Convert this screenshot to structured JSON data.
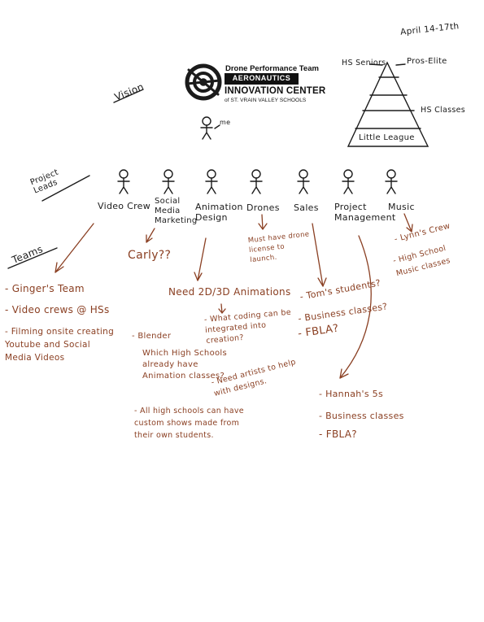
{
  "date": "April 14-17th",
  "logo": {
    "title": "Drone Performance Team",
    "band": "AERONAUTICS",
    "main": "INNOVATION CENTER",
    "sub": "of ST. VRAIN VALLEY SCHOOLS"
  },
  "vision": {
    "label": "Vision",
    "me_label": "me",
    "pyramid": {
      "top_left": "HS Seniors",
      "top_right": "Pros-Elite",
      "middle": "HS Classes",
      "base": "Little League"
    }
  },
  "project_leads": {
    "label": "Project Leads",
    "roles": [
      "Video Crew",
      "Social Media Marketing",
      "Animation Design",
      "Drones",
      "Sales",
      "Project Management",
      "Music"
    ]
  },
  "teams_label": "Teams",
  "notes": {
    "video_crew": [
      "- Ginger's Team",
      "- Video crews @ HSs",
      "- Filming onsite creating Youtube and Social Media Videos"
    ],
    "social": "Carly??",
    "drones": "Must have drone license to launch.",
    "animation_heading": "Need 2D/3D Animations",
    "animation_items": [
      "- Blender",
      "Which High Schools already have Animation classes?",
      "- What coding can be integrated into creation?",
      "- Need artists to help with designs.",
      "- All high schools can have custom shows made from their own students."
    ],
    "sales": [
      "- Tom's students?",
      "- Business classes?",
      "- FBLA?"
    ],
    "project_management": [
      "- Hannah's 5s",
      "- Business classes",
      "- FBLA?"
    ],
    "music": [
      "- Lynn's Crew",
      "- High School Music classes"
    ]
  },
  "colors": {
    "ink_black": "#1b1b1b",
    "ink_brown": "#8a3f22",
    "paper": "#ffffff"
  }
}
